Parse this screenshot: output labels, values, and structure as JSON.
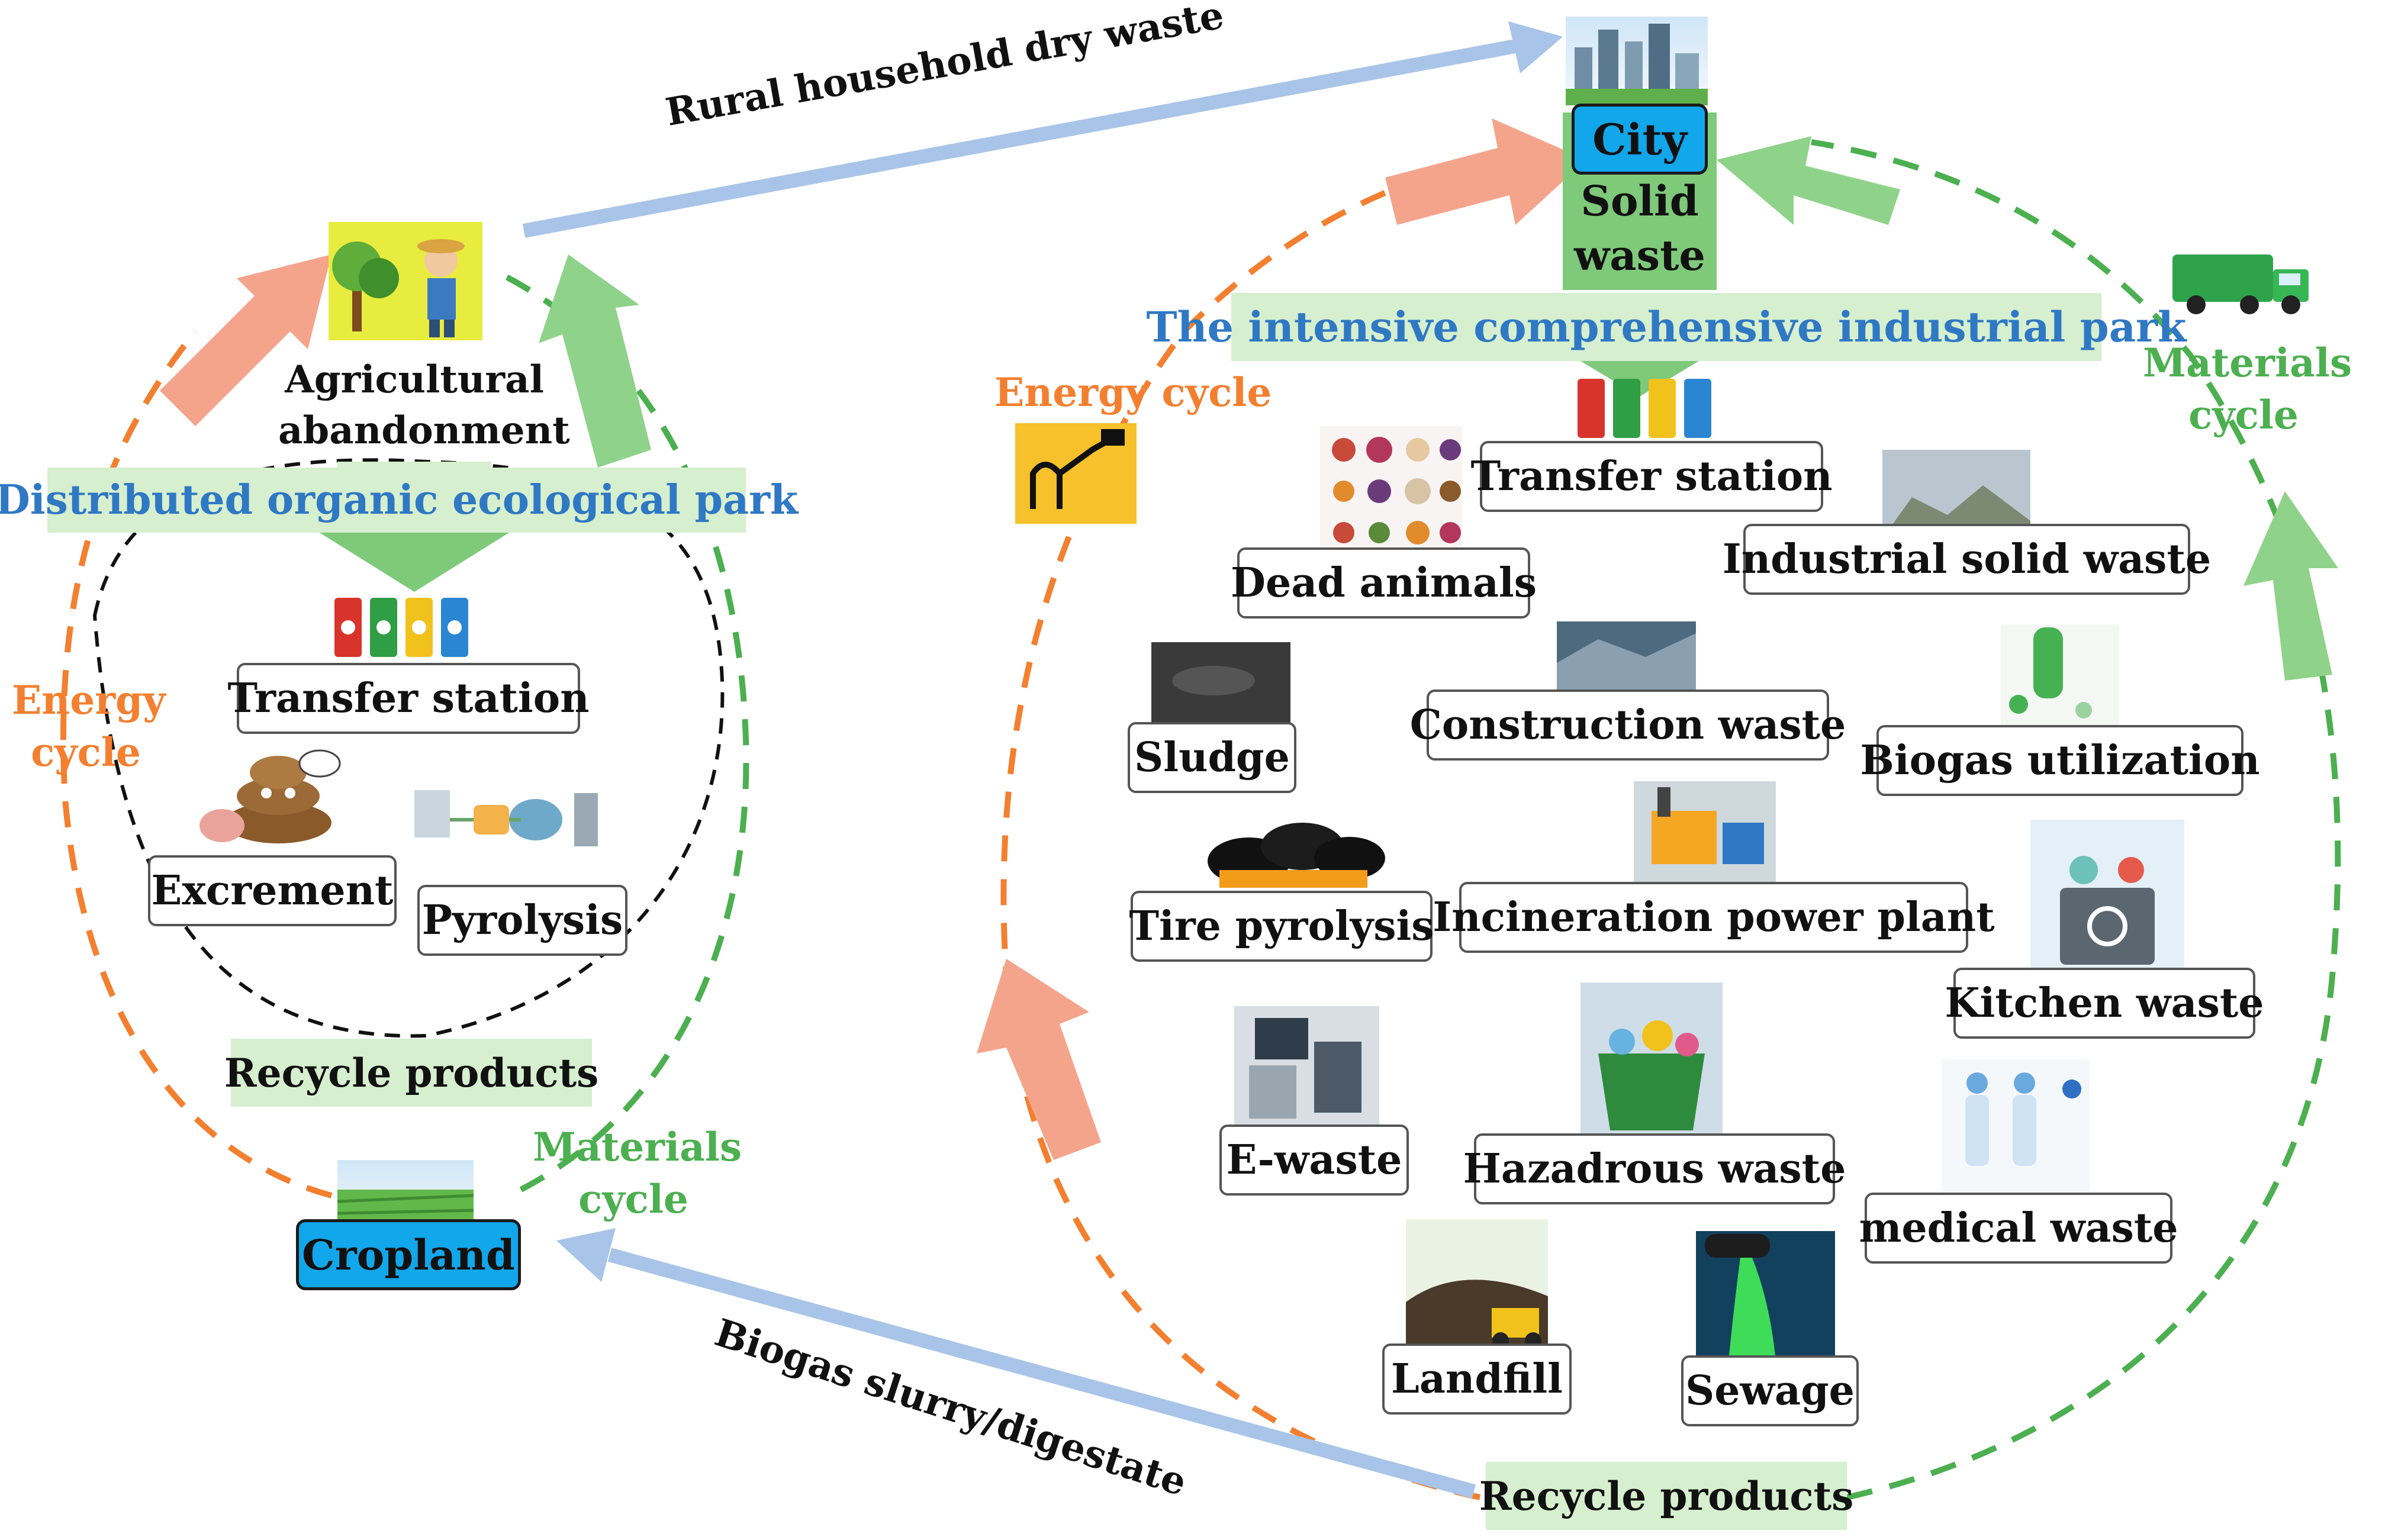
{
  "colors": {
    "energy": "#f37f2f",
    "materials": "#4caf50",
    "energy_arrow": "#f5a48c",
    "materials_arrow": "#8fd28a",
    "transport_arrow": "#a8c4e8",
    "band": "#d6efcf",
    "park_title": "#2f78c4",
    "node_blue": "#12a6ea"
  },
  "flows": {
    "rural_dry_waste": "Rural household dry waste",
    "biogas_slurry": "Biogas slurry/digestate"
  },
  "left_park": {
    "source_label_line1": "Agricultural",
    "source_label_line2": "abandonment",
    "title": "Distributed organic ecological park",
    "transfer_station": "Transfer station",
    "excrement": "Excrement",
    "pyrolysis": "Pyrolysis",
    "recycle_products": "Recycle products",
    "cropland": "Cropland",
    "energy_line1": "Energy",
    "energy_line2": "cycle",
    "materials_line1": "Materials",
    "materials_line2": "cycle"
  },
  "right_park": {
    "city": "City",
    "solid_line1": "Solid",
    "solid_line2": "waste",
    "title": "The intensive comprehensive industrial park",
    "energy_cycle": "Energy cycle",
    "materials_line1": "Materials",
    "materials_line2": "cycle",
    "transfer_station": "Transfer station",
    "dead_animals": "Dead animals",
    "industrial_solid_waste": "Industrial solid waste",
    "sludge": "Sludge",
    "construction_waste": "Construction waste",
    "biogas_utilization": "Biogas utilization",
    "tire_pyrolysis": "Tire pyrolysis",
    "incineration_power_plant": "Incineration power plant",
    "kitchen_waste": "Kitchen waste",
    "e_waste": "E-waste",
    "hazardous_waste": "Hazadrous waste",
    "medical_waste": "medical waste",
    "landfill": "Landfill",
    "sewage": "Sewage",
    "recycle_products": "Recycle products"
  },
  "icons": {
    "farmer": "farmer-tree-icon",
    "bins": "recycle-bins-icon",
    "city": "city-skyline-icon",
    "truck": "garbage-truck-icon",
    "fuel": "fuel-pump-icon",
    "cropland": "cropland-field-icon"
  }
}
